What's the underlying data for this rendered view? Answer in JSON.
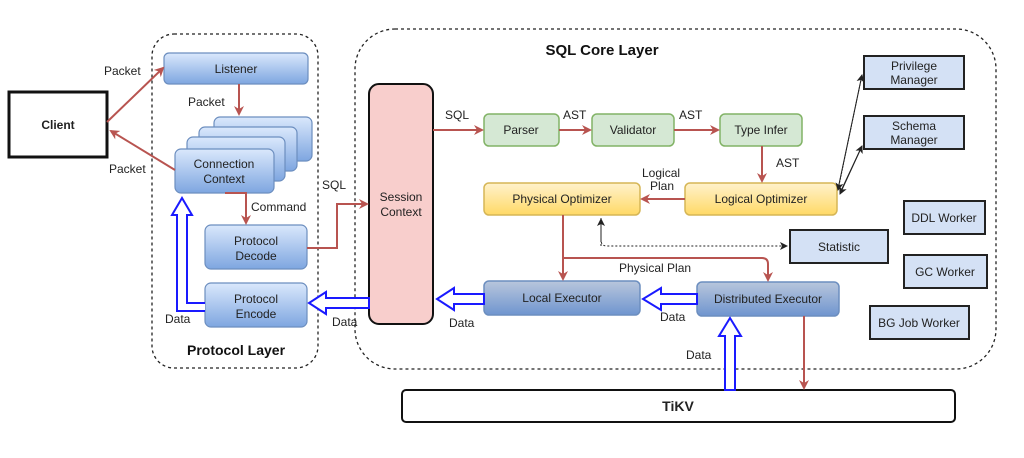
{
  "diagram": {
    "client": "Client",
    "protocol_layer": {
      "title": "Protocol Layer",
      "listener": "Listener",
      "connection_context": [
        "Connection",
        "Context"
      ],
      "protocol_decode": [
        "Protocol",
        "Decode"
      ],
      "protocol_encode": [
        "Protocol",
        "Encode"
      ]
    },
    "sql_core_layer": {
      "title": "SQL Core Layer",
      "session_context": [
        "Session",
        "Context"
      ],
      "parser": "Parser",
      "validator": "Validator",
      "type_infer": "Type Infer",
      "logical_optimizer": "Logical Optimizer",
      "physical_optimizer": "Physical Optimizer",
      "local_executor": "Local Executor",
      "distributed_executor": "Distributed Executor",
      "privilege_manager": [
        "Privilege",
        "Manager"
      ],
      "schema_manager": [
        "Schema",
        "Manager"
      ],
      "statistic": "Statistic",
      "ddl_worker": "DDL Worker",
      "gc_worker": "GC Worker",
      "bg_job_worker": "BG Job Worker"
    },
    "tikv": "TiKV",
    "edge_labels": {
      "packet_in": "Packet",
      "packet_listener": "Packet",
      "packet_out": "Packet",
      "command": "Command",
      "sql_to_session": "SQL",
      "sql_to_parser": "SQL",
      "ast1": "AST",
      "ast2": "AST",
      "ast3": "AST",
      "logical_plan": [
        "Logical",
        "Plan"
      ],
      "physical_plan": "Physical Plan",
      "data_encode": "Data",
      "data_session": "Data",
      "data_local": "Data",
      "data_distributed": "Data",
      "data_tikv": "Data"
    }
  }
}
